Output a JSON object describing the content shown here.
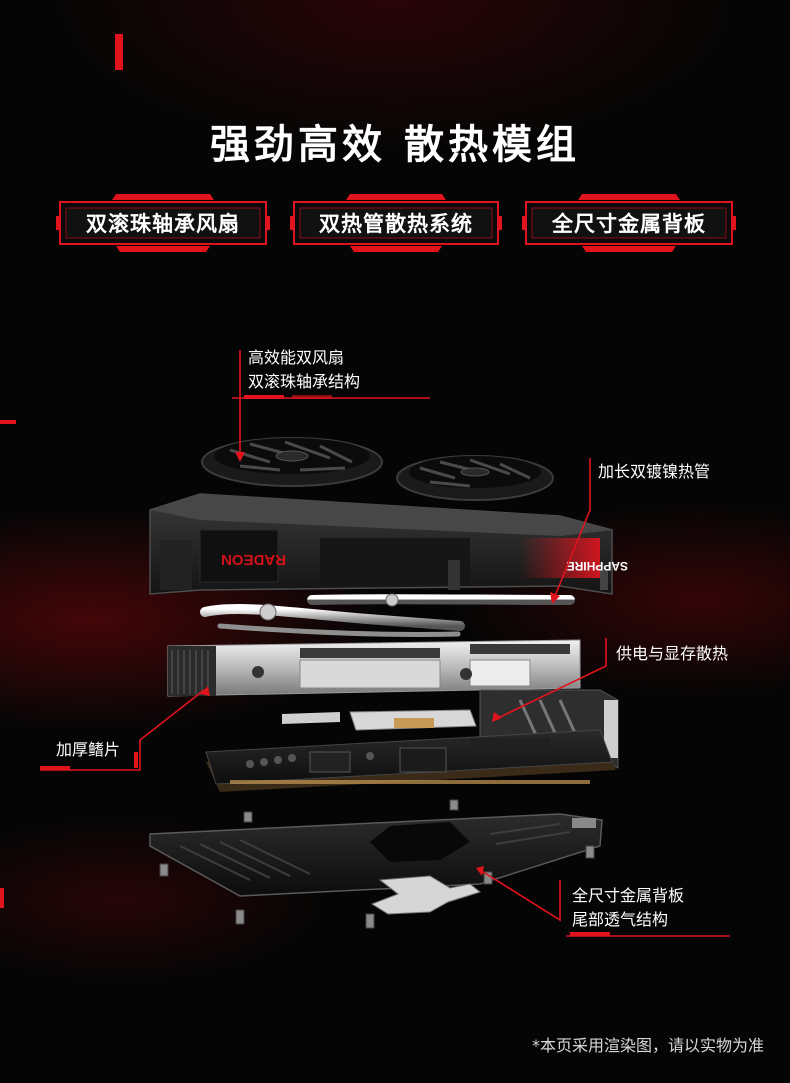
{
  "title": "强劲高效  散热模组",
  "features": [
    {
      "label": "双滚珠轴承风扇"
    },
    {
      "label": "双热管散热系统"
    },
    {
      "label": "全尺寸金属背板"
    }
  ],
  "callouts": {
    "fan": [
      "高效能双风扇",
      "双滚珠轴承结构"
    ],
    "heatpipe": [
      "加长双镀镍热管"
    ],
    "vrm": [
      "供电与显存散热"
    ],
    "fins": [
      "加厚鳍片"
    ],
    "backplate": [
      "全尺寸金属背板",
      "尾部透气结构"
    ]
  },
  "card_logos": {
    "left": "RADEON",
    "right": "SAPPHIRE"
  },
  "disclaimer": "*本页采用渲染图，请以实物为准",
  "colors": {
    "accent": "#e1141e",
    "background": "#050505"
  }
}
